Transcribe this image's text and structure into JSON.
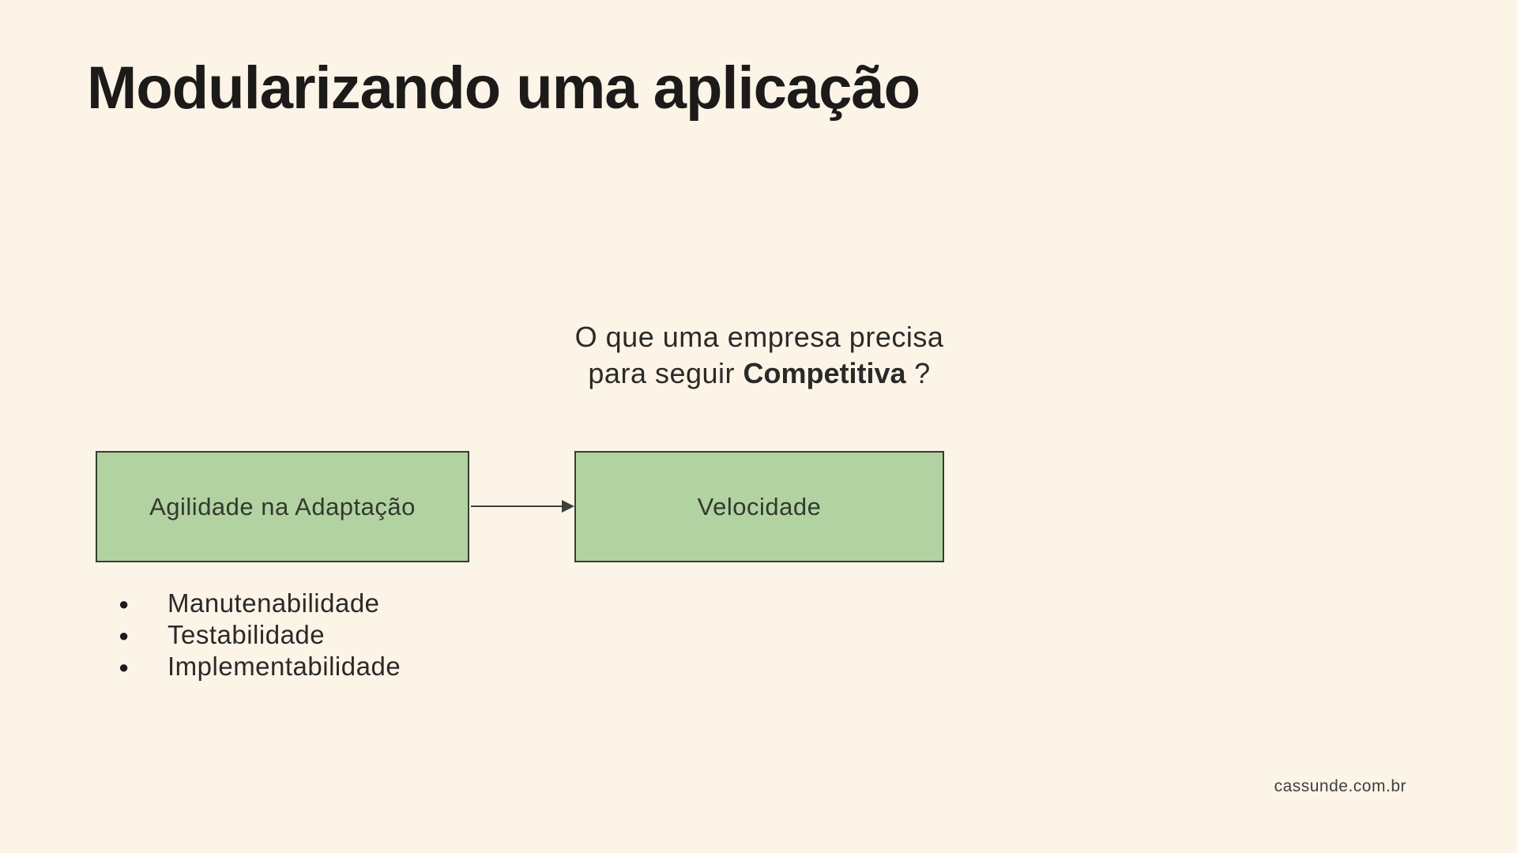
{
  "slide": {
    "title": "Modularizando uma aplicação",
    "question": {
      "line1": "O que uma empresa precisa",
      "line2_pre": "para seguir ",
      "line2_bold": "Competitiva",
      "line2_post": " ?"
    },
    "diagram": {
      "left_box_label": "Agilidade na Adaptação",
      "right_box_label": "Velocidade",
      "connector": "arrow-left-to-right"
    },
    "bullets": [
      "Manutenabilidade",
      "Testabilidade",
      "Implementabilidade"
    ],
    "footer": "cassunde.com.br",
    "colors": {
      "background": "#fdf4e8",
      "box_fill": "#b2d2a2",
      "box_border": "#343d30",
      "title_color": "#1c1b19",
      "text_color": "#2a2a28",
      "arrow_color": "#3a423c",
      "footer_color": "#3f3f3d"
    }
  }
}
